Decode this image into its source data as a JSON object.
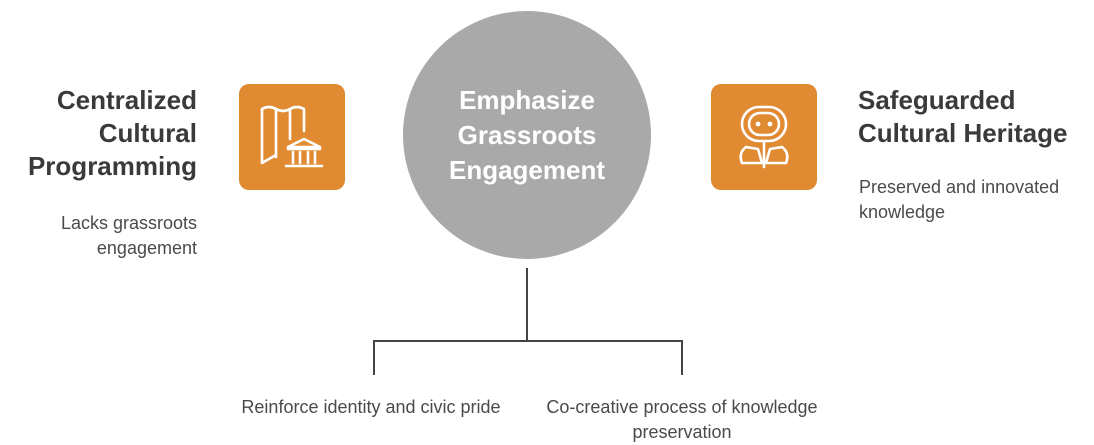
{
  "center": {
    "label": "Emphasize Grassroots Engagement"
  },
  "left": {
    "title": "Centralized Cultural Programming",
    "description": "Lacks grassroots engagement",
    "icon": "map-with-building-icon"
  },
  "right": {
    "title": "Safeguarded Cultural Heritage",
    "description": "Preserved and innovated knowledge",
    "icon": "robot-flower-icon"
  },
  "branches": [
    {
      "label": "Reinforce identity and civic pride"
    },
    {
      "label": "Co-creative process of knowledge preservation"
    }
  ],
  "colors": {
    "accent": "#e08a32",
    "circle": "#a9a9a9",
    "line": "#444444"
  }
}
